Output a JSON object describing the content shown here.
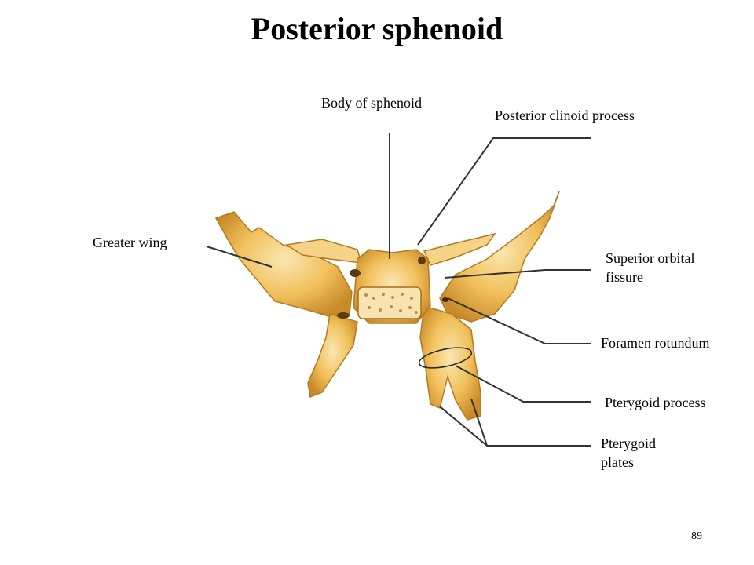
{
  "title": "Posterior sphenoid",
  "labels": {
    "body": "Body of sphenoid",
    "posterior_clinoid": "Posterior clinoid process",
    "greater_wing": "Greater wing",
    "superior_orbital_1": "Superior orbital",
    "superior_orbital_2": "fissure",
    "foramen_rotundum": "Foramen rotundum",
    "pterygoid_process": "Pterygoid process",
    "pterygoid_plates_1": "Pterygoid",
    "pterygoid_plates_2": "plates"
  },
  "page_number": "89",
  "colors": {
    "bone": "#f2c560",
    "bone_dark": "#c98e2a",
    "bone_light": "#f9e3ad",
    "shadow": "#6b4514",
    "leader": "#333333"
  }
}
